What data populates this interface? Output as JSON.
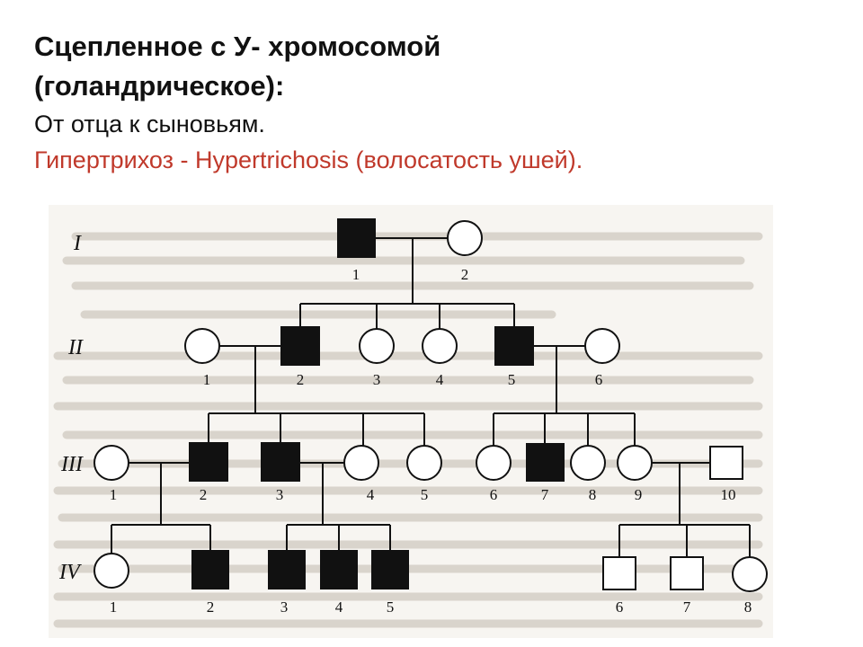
{
  "slide": {
    "title_line1": "Сцепленное с У- хромосомой",
    "title_line2": "(голандрическое):",
    "subtitle": "От отца к сыновьям.",
    "note": "Гипертрихоз - Hypertrichosis (волосатость ушей).",
    "accent_color": "#c0392b"
  },
  "pedigree": {
    "generations": [
      {
        "label": "I",
        "members": [
          {
            "num": "1",
            "sex": "male",
            "affected": true
          },
          {
            "num": "2",
            "sex": "female",
            "affected": false
          }
        ]
      },
      {
        "label": "II",
        "members": [
          {
            "num": "1",
            "sex": "female",
            "affected": false
          },
          {
            "num": "2",
            "sex": "male",
            "affected": true
          },
          {
            "num": "3",
            "sex": "female",
            "affected": false
          },
          {
            "num": "4",
            "sex": "female",
            "affected": false
          },
          {
            "num": "5",
            "sex": "male",
            "affected": true
          },
          {
            "num": "6",
            "sex": "female",
            "affected": false
          }
        ]
      },
      {
        "label": "III",
        "members": [
          {
            "num": "1",
            "sex": "female",
            "affected": false
          },
          {
            "num": "2",
            "sex": "male",
            "affected": true
          },
          {
            "num": "3",
            "sex": "male",
            "affected": true
          },
          {
            "num": "4",
            "sex": "female",
            "affected": false
          },
          {
            "num": "5",
            "sex": "female",
            "affected": false
          },
          {
            "num": "6",
            "sex": "female",
            "affected": false
          },
          {
            "num": "7",
            "sex": "male",
            "affected": true
          },
          {
            "num": "8",
            "sex": "female",
            "affected": false
          },
          {
            "num": "9",
            "sex": "female",
            "affected": false
          },
          {
            "num": "10",
            "sex": "male",
            "affected": false
          }
        ]
      },
      {
        "label": "IV",
        "members": [
          {
            "num": "1",
            "sex": "female",
            "affected": false
          },
          {
            "num": "2",
            "sex": "male",
            "affected": true
          },
          {
            "num": "3",
            "sex": "male",
            "affected": true
          },
          {
            "num": "4",
            "sex": "male",
            "affected": true
          },
          {
            "num": "5",
            "sex": "male",
            "affected": true
          },
          {
            "num": "6",
            "sex": "male",
            "affected": false
          },
          {
            "num": "7",
            "sex": "male",
            "affected": false
          },
          {
            "num": "8",
            "sex": "female",
            "affected": false
          }
        ]
      }
    ]
  }
}
